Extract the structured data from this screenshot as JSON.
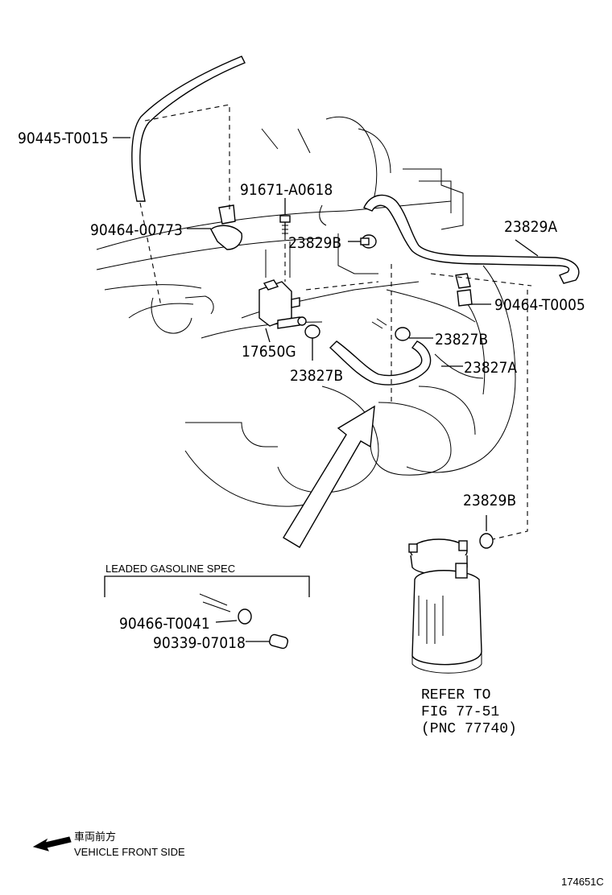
{
  "part_labels": {
    "p90445_T0015": "90445-T0015",
    "p91671_A0618": "91671-A0618",
    "p90464_00773": "90464-00773",
    "p23829B_top": "23829B",
    "p23829A": "23829A",
    "p90464_T0005": "90464-T0005",
    "p23827B_right": "23827B",
    "p17650G": "17650G",
    "p23827A": "23827A",
    "p23827B_left": "23827B",
    "p23829B_bottom": "23829B",
    "p90466_T0041": "90466-T0041",
    "p90339_07018": "90339-07018"
  },
  "leaded_spec_label": "LEADED GASOLINE SPEC",
  "refer": {
    "line1": "REFER TO",
    "line2": "FIG 77-51",
    "line3": "(PNC 77740)"
  },
  "front_side": {
    "japanese": "車両前方",
    "english": "VEHICLE FRONT SIDE"
  },
  "figure_id": "174651C"
}
